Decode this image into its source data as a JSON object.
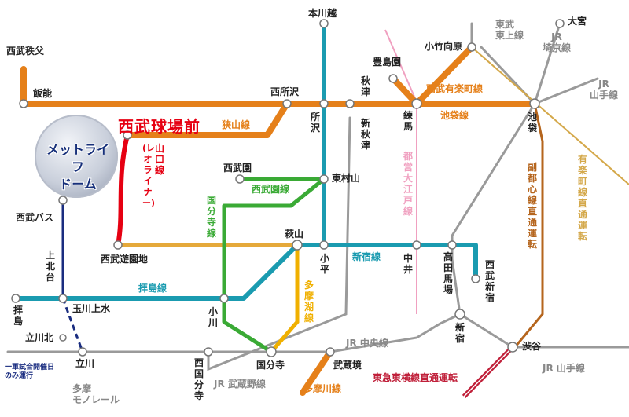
{
  "highlight_station": "西武球場前",
  "dome": {
    "name": "メットライフ\nドーム"
  },
  "note": "一軍試合開催日\nのみ運行",
  "stations": {
    "hanno": "飯能",
    "chichibu": "西武秩父",
    "tokorozawa": "西所沢",
    "honkawagoe": "本川越",
    "tokorozawa2": "所沢",
    "kumegawa_kitahashi": "秋津",
    "shinakitsu": "新秋津",
    "toshimaen": "豊島園",
    "kotakemukaihara": "小竹向原",
    "nerima": "練馬",
    "ikebukuro": "池袋",
    "omiya": "大宮",
    "seibuen": "西武園",
    "higashimurayama": "東村山",
    "seibu_yuenchi": "西武遊園地",
    "haijima": "拝島",
    "seibu_bus": "西武バス",
    "kamikitadai": "上北台",
    "tamagawajosui": "玉川上水",
    "tachikawakita": "立川北",
    "tachikawa": "立川",
    "tama_monorail": "多摩\nモノレール",
    "hagiyama": "萩山",
    "kodaira": "小平",
    "nakai": "中井",
    "takadanobaba": "高田馬場",
    "seibushinjuku": "西武新宿",
    "ogawa": "小川",
    "shinjuku": "新宿",
    "kokubunji": "国分寺",
    "nishikokubunji": "西国分寺",
    "musashisakai": "武蔵境",
    "shibuya": "渋谷"
  },
  "lines": {
    "sayama": "狭山線",
    "yamaguchi": "山口線",
    "yamaguchi_sub": "(レオライナー)",
    "seibuen_line": "西武園線",
    "kokubunji_line": "国分寺線",
    "haijima_line": "拝島線",
    "shinjuku_line": "新宿線",
    "tamako": "多摩湖線",
    "tamagawa": "多摩川線",
    "yurakucho": "西武有楽町線",
    "ikebukuro_line": "池袋線",
    "toei_oedo": "都営大江戸線",
    "tobu_tojo": "東武\n東上線",
    "jr_saikyo": "JR\n埼京線",
    "jr_yamanote_n": "JR\n山手線",
    "fukutoshin": "副都心線直通運転",
    "yurakucho_direct": "有楽町線直通運転",
    "jr_chuo": "JR 中央線",
    "jr_musashino": "JR 武蔵野線",
    "toyoko": "東急東横線直通運転",
    "jr_yamanote_s": "JR 山手線"
  },
  "colors": {
    "ikebukuro": "#e5801a",
    "yamaguchi": "#e60012",
    "green": "#3aaa35",
    "teal": "#1a9bb0",
    "tamako": "#f0b000",
    "haijima": "#1a9bb0",
    "monorail": "#1a2d80",
    "oedo": "#f0a0c0",
    "fukutoshin": "#b5651d",
    "yurakucho_direct": "#d4a84a",
    "toyoko": "#c0203a",
    "jr": "#9a9a9a",
    "highlight_text": "#e60012",
    "dome_text": "#17307a"
  }
}
